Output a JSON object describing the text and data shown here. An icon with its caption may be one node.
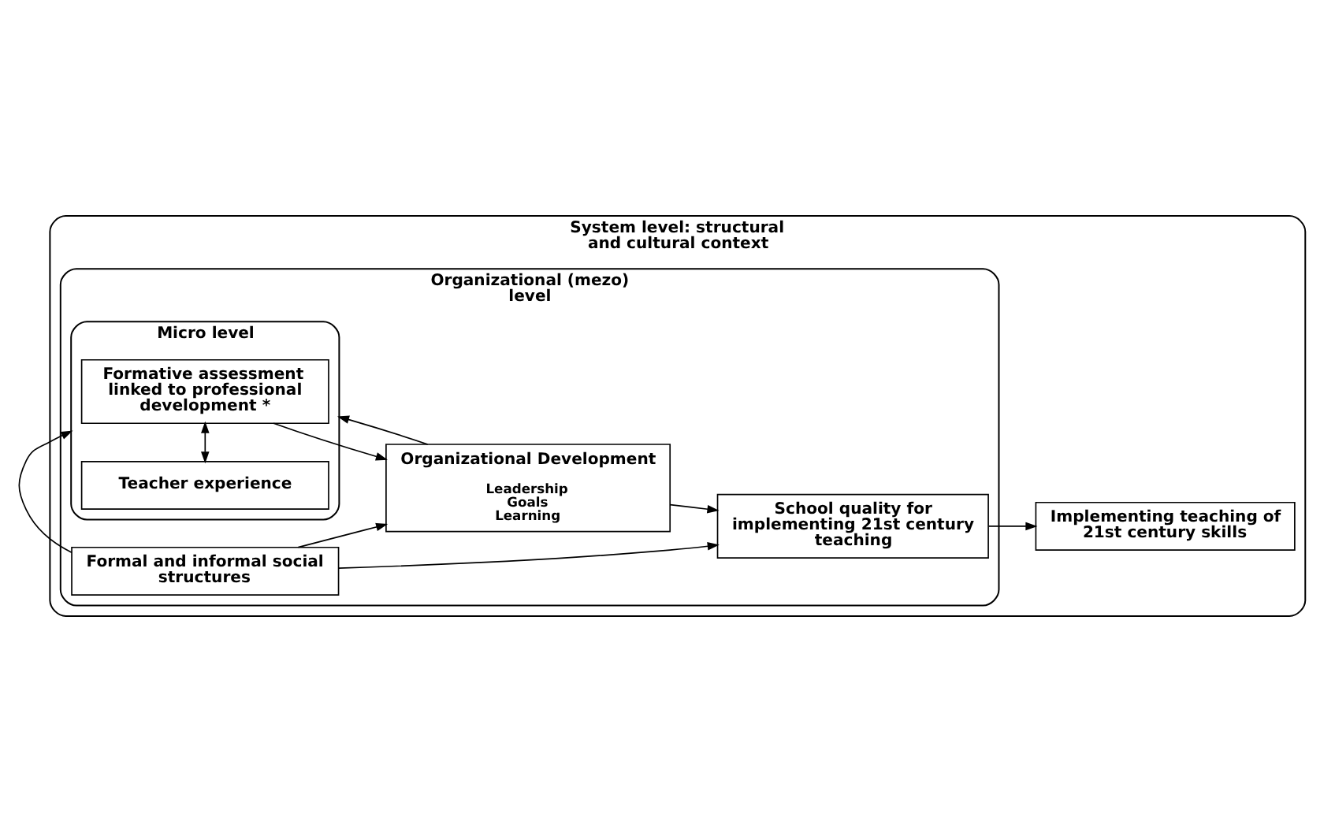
{
  "diagram": {
    "nodes": [
      {
        "text": [
          "System level: structural and cultural context"
        ]
      },
      {
        "text": [
          "Organizational (mezo) level"
        ],
        "in": 0
      },
      {
        "text": [
          "Micro level"
        ],
        "in": 1
      },
      {
        "text": [
          "Formative assessment linked to professional development *"
        ],
        "in": 2
      },
      {
        "text": [
          "Teacher experience"
        ],
        "in": 2
      },
      {
        "text": [
          "Formal and informal social structures"
        ],
        "in": 1
      },
      {
        "text": [
          "Organizational Development",
          "Leadership Goals Learning"
        ],
        "in": 1
      },
      {
        "text": [
          "School quality for implementing 21st century teaching"
        ],
        "in": 1
      },
      {
        "text": [
          "Implementing teaching of 21st century skills"
        ],
        "in": 0
      }
    ],
    "edges": [
      {
        "from": 5,
        "to": 2,
        "arrow": "to"
      },
      {
        "from": 5,
        "to": 6,
        "arrow": "to"
      },
      {
        "from": 5,
        "to": 7,
        "arrow": "to"
      },
      {
        "from": 3,
        "to": 6,
        "arrow": "to"
      },
      {
        "from": 3,
        "to": 4,
        "arrow": "both"
      },
      {
        "from": 6,
        "to": 7,
        "arrow": "to"
      },
      {
        "from": 7,
        "to": 8,
        "arrow": "to"
      },
      {
        "from": 6,
        "to": 2,
        "arrow": "to"
      }
    ]
  }
}
